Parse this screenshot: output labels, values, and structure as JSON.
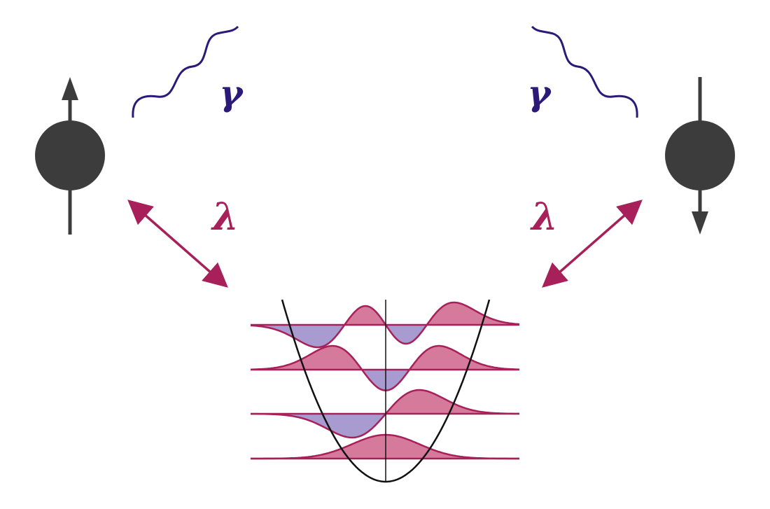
{
  "labels": {
    "photon_left": "γ",
    "photon_right": "γ",
    "coupling_left": "λ",
    "coupling_right": "λ"
  },
  "colors": {
    "spin": "#3c3c3c",
    "photon": "#2b1a78",
    "coupling": "#a8205a",
    "wave_fill_positive": "#d57a9b",
    "wave_fill_negative": "#a79bd0",
    "wave_outline": "#a8205a",
    "potential": "#111111",
    "background": "#ffffff"
  },
  "spins": [
    {
      "name": "left-spin",
      "direction": "up"
    },
    {
      "name": "right-spin",
      "direction": "down"
    }
  ],
  "oscillator": {
    "levels": [
      0,
      1,
      2,
      3
    ],
    "potential": "parabola"
  }
}
